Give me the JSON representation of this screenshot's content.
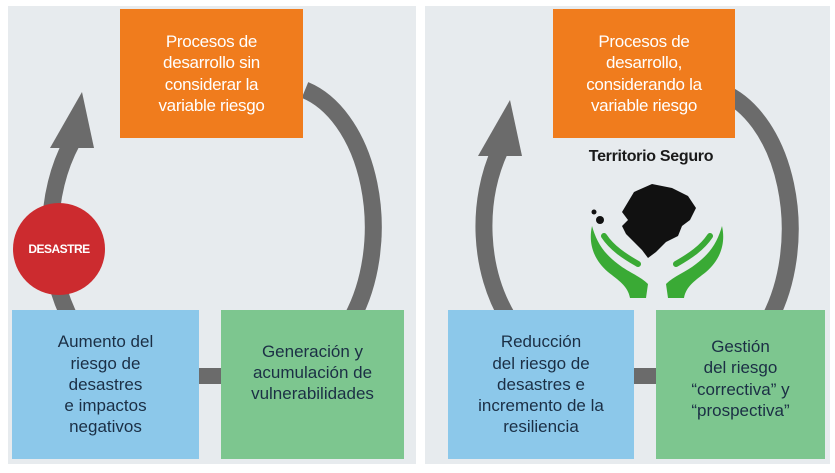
{
  "left_cycle": {
    "top_box": "Procesos de\ndesarrollo sin\nconsiderar la\nvariable riesgo",
    "disaster_label": "DESASTRE",
    "bottom_left_box": "Aumento del\nriesgo de\ndesastres\ne impactos\nnegativos",
    "bottom_right_box": "Generación y\nacumulación de\nvulnerabilidades"
  },
  "right_cycle": {
    "top_box": "Procesos de\ndesarrollo,\nconsiderando la\nvariable riesgo",
    "caption": "Territorio Seguro",
    "bottom_left_box": "Reducción\ndel riesgo de\ndesastres e\nincremento de la\nresiliencia",
    "bottom_right_box": "Gestión\ndel riesgo\n“correctiva” y\n“prospectiva”"
  },
  "icons": {
    "cycle_arrow": "circular-arrow-icon",
    "emblem": "hands-holding-map-icon"
  },
  "colors": {
    "panel_background": "#e7ebee",
    "arrow": "#6b6b6b",
    "orange_box": "#f07c1d",
    "blue_box": "#8cc8ea",
    "green_box": "#7dc68f",
    "disaster_circle": "#cc2b2f",
    "hands": "#3aaa35",
    "map": "#111111"
  }
}
